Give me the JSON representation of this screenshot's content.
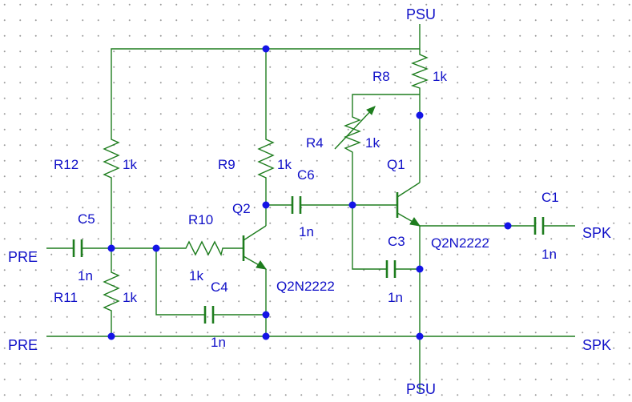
{
  "nets": {
    "psu_top": "PSU",
    "psu_bottom": "PSU",
    "pre_in": "PRE",
    "pre_gnd": "PRE",
    "spk_out": "SPK",
    "spk_gnd": "SPK"
  },
  "resistors": {
    "r12": {
      "ref": "R12",
      "value": "1k"
    },
    "r11": {
      "ref": "R11",
      "value": "1k"
    },
    "r9": {
      "ref": "R9",
      "value": "1k"
    },
    "r10": {
      "ref": "R10",
      "value": "1k"
    },
    "r8": {
      "ref": "R8",
      "value": "1k"
    },
    "r4": {
      "ref": "R4",
      "value": "1k"
    }
  },
  "capacitors": {
    "c5": {
      "ref": "C5",
      "value": "1n"
    },
    "c4": {
      "ref": "C4",
      "value": "1n"
    },
    "c6": {
      "ref": "C6",
      "value": "1n"
    },
    "c3": {
      "ref": "C3",
      "value": "1n"
    },
    "c1": {
      "ref": "C1",
      "value": "1n"
    }
  },
  "transistors": {
    "q2": {
      "ref": "Q2",
      "model": "Q2N2222"
    },
    "q1": {
      "ref": "Q1",
      "model": "Q2N2222"
    }
  },
  "colors": {
    "wire": "#1e7d1e",
    "node": "#1414e6",
    "label": "#1010c8",
    "grid_dot": "#9a9a9a"
  }
}
